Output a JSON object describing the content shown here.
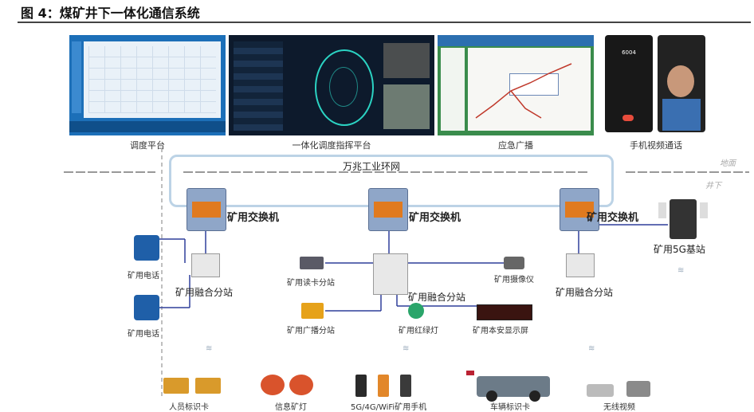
{
  "figure_title": "图 4：煤矿井下一体化通信系统",
  "screens": [
    {
      "caption": "调度平台"
    },
    {
      "caption": "一体化调度指挥平台"
    },
    {
      "caption": "应急广播"
    },
    {
      "caption": "手机视频通话"
    }
  ],
  "phone_screen_number": "6004",
  "ground_label": "地面",
  "underground_label": "井下",
  "ring_label": "万兆工业环网",
  "switch_label": "矿用交换机",
  "fusion_station_label": "矿用融合分站",
  "base_station_label": "矿用5G基站",
  "phone_label": "矿用电话",
  "card_reader_label": "矿用读卡分站",
  "broadcast_label": "矿用广播分站",
  "traffic_light_label": "矿用红绿灯",
  "camera_label": "矿用摄像仪",
  "display_label": "矿用本安显示屏",
  "bottom_labels": [
    "人员标识卡",
    "信息矿灯",
    "5G/4G/WiFi矿用手机",
    "车辆标识卡",
    "无线视频"
  ],
  "colors": {
    "ring": "#bcd3e6",
    "link": "#2f3f9a",
    "switch_body": "#8fa6c8",
    "accent": "#e07a1f"
  }
}
